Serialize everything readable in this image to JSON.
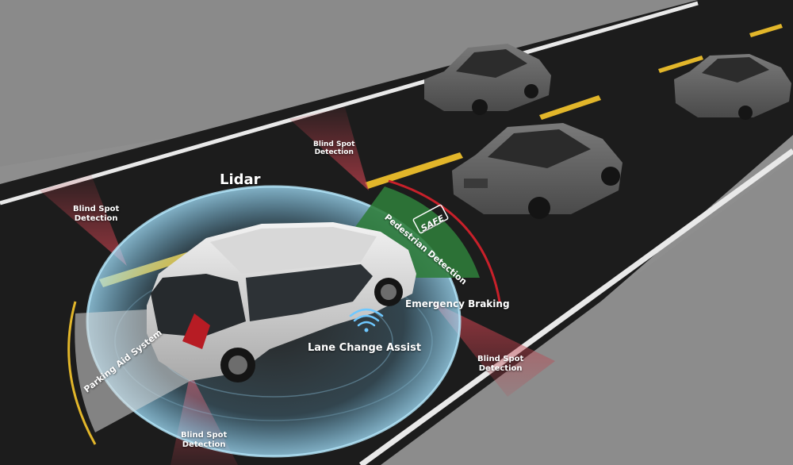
{
  "labels": {
    "lidar": "Lidar",
    "blind_spot_left": "Blind Spot\nDetection",
    "blind_spot_top": "Blind Spot\nDetection",
    "blind_spot_right": "Blind Spot\nDetection",
    "blind_spot_bottom": "Blind Spot\nDetection",
    "pedestrian_detection": "Pedestrian Detection",
    "safe_badge": "SAFE",
    "emergency_braking": "Emergency Braking",
    "lane_change_assist": "Lane Change Assist",
    "parking_aid_system": "Parking Aid System"
  },
  "icons": {
    "signal": "wifi-signal-icon"
  },
  "colors": {
    "road": "#1c1c1c",
    "ground": "#8e8e8e",
    "lane_yellow": "#e2b62a",
    "lidar_blue": "#7fd4ff",
    "pedestrian_green": "#2f7d3a",
    "braking_red": "#c8202a",
    "blind_spot_red": "#b33a45",
    "parking_white": "#d9d9d9",
    "parking_arc": "#e2b62a"
  }
}
